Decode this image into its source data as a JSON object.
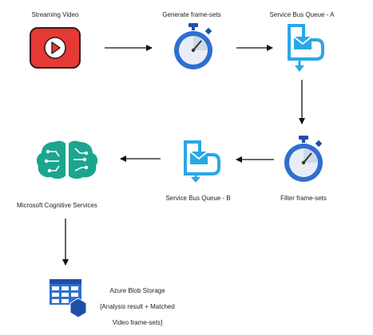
{
  "nodes": {
    "streaming_video": {
      "label": "Streaming Video",
      "icon": "video-play-icon",
      "color": "#e53935"
    },
    "generate_frame_sets": {
      "label": "Generate frame-sets",
      "icon": "stopwatch-icon",
      "color": "#2f6fd1"
    },
    "service_bus_a": {
      "label": "Service Bus Queue - A",
      "icon": "service-bus-queue-icon",
      "color": "#2aa7e8"
    },
    "filter_frame_sets": {
      "label": "Filter frame-sets",
      "icon": "stopwatch-icon",
      "color": "#2f6fd1"
    },
    "service_bus_b": {
      "label": "Service Bus Queue - B",
      "icon": "service-bus-queue-icon",
      "color": "#2aa7e8"
    },
    "cognitive_services": {
      "label": "Microsoft Cognitive Services",
      "icon": "brain-circuit-icon",
      "color": "#1ba58f"
    },
    "blob_storage": {
      "label_line1": "Azure Blob Storage",
      "label_line2": "[Analysis result + Matched",
      "label_line3": "Video frame-sets]",
      "icon": "blob-storage-icon",
      "color": "#2f6fd1"
    }
  },
  "edges": [
    {
      "from": "streaming_video",
      "to": "generate_frame_sets"
    },
    {
      "from": "generate_frame_sets",
      "to": "service_bus_a"
    },
    {
      "from": "service_bus_a",
      "to": "filter_frame_sets"
    },
    {
      "from": "filter_frame_sets",
      "to": "service_bus_b"
    },
    {
      "from": "service_bus_b",
      "to": "cognitive_services"
    },
    {
      "from": "cognitive_services",
      "to": "blob_storage"
    }
  ]
}
